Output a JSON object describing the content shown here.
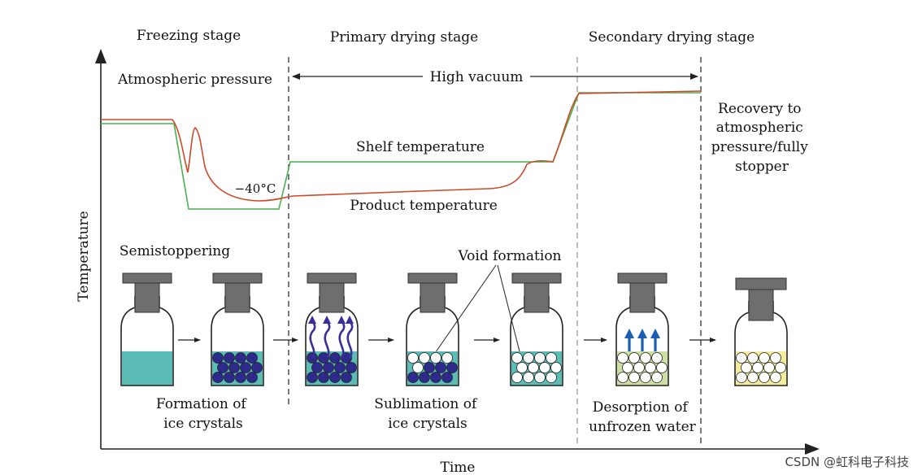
{
  "stages": {
    "freezing": "Freezing stage",
    "primary": "Primary drying stage",
    "secondary": "Secondary drying stage"
  },
  "pressure": {
    "atmospheric": "Atmospheric pressure",
    "vacuum": "High vacuum",
    "recovery": [
      "Recovery to",
      "atmospheric",
      "pressure/fully",
      "stopper"
    ]
  },
  "axes": {
    "y": "Temperature",
    "x": "Time"
  },
  "curves": {
    "shelf": "Shelf temperature",
    "product": "Product temperature",
    "min_temp": "−40°C"
  },
  "steps": {
    "semistoppering": "Semistoppering",
    "formation": [
      "Formation of",
      "ice crystals"
    ],
    "sublimation": [
      "Sublimation of",
      "ice crystals"
    ],
    "void": "Void formation",
    "desorption": [
      "Desorption of",
      "unfrozen water"
    ]
  },
  "colors": {
    "shelf_line": "#4caf50",
    "product_line": "#cc4a2a",
    "liquid": "#5bbcb6",
    "crystal": "#2e2a8c",
    "void": "#ffffff",
    "dried_cake": "#f3ec9a",
    "vapor_arrow": "#3a2f9a",
    "water_arrow": "#1c5fb0",
    "stopper": "#6e6e6e"
  },
  "watermark": "CSDN @虹科电子科技"
}
